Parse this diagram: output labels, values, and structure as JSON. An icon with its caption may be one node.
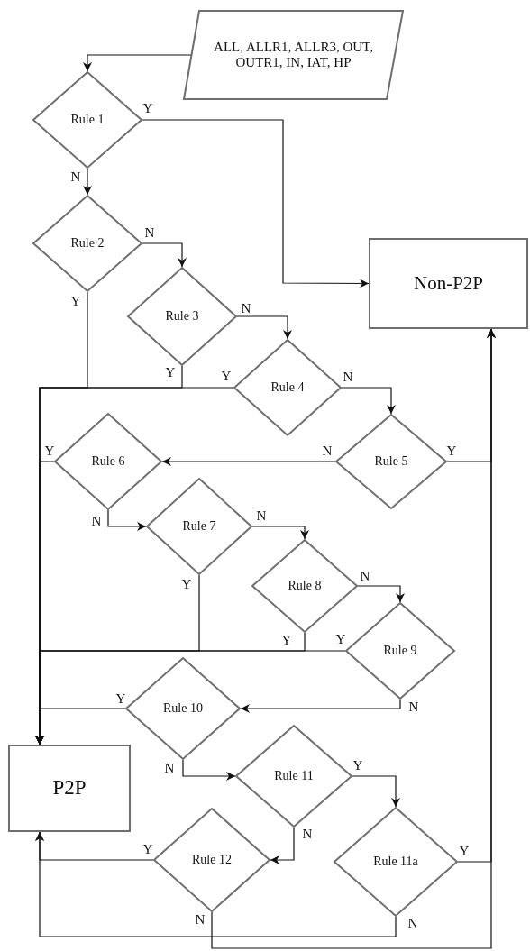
{
  "diagram": {
    "nodes": [
      {
        "text": [
          "ALL, ALLR1, ALLR3, OUT, OUTR1, IN, IAT, HP"
        ]
      },
      {
        "text": [
          "Rule 1"
        ]
      },
      {
        "text": [
          "Rule 2"
        ]
      },
      {
        "text": [
          "Non-P2P"
        ]
      },
      {
        "text": [
          "Rule 3"
        ]
      },
      {
        "text": [
          "Rule 4"
        ]
      },
      {
        "text": [
          "Rule 5"
        ]
      },
      {
        "text": [
          "Rule 6"
        ]
      },
      {
        "text": [
          "Rule 7"
        ]
      },
      {
        "text": [
          "Rule 8"
        ]
      },
      {
        "text": [
          "Rule 9"
        ]
      },
      {
        "text": [
          "Rule 10"
        ]
      },
      {
        "text": [
          "P2P"
        ]
      },
      {
        "text": [
          "Rule 11"
        ]
      },
      {
        "text": [
          "Rule 11a"
        ]
      },
      {
        "text": [
          "Rule 12"
        ]
      }
    ],
    "edges": [
      {
        "from": 0,
        "to": 1,
        "arrow": "to"
      },
      {
        "from": 1,
        "to": 3,
        "arrow": "to",
        "label": "Y"
      },
      {
        "from": 1,
        "to": 2,
        "arrow": "to",
        "label": "N"
      },
      {
        "from": 2,
        "to": 4,
        "arrow": "to",
        "label": "N"
      },
      {
        "from": 2,
        "to": 12,
        "arrow": "to",
        "label": "Y"
      },
      {
        "from": 4,
        "to": 5,
        "arrow": "to",
        "label": "N"
      },
      {
        "from": 4,
        "to": 12,
        "arrow": "to",
        "label": "Y"
      },
      {
        "from": 5,
        "to": 12,
        "arrow": "to",
        "label": "Y"
      },
      {
        "from": 5,
        "to": 6,
        "arrow": "to",
        "label": "N"
      },
      {
        "from": 6,
        "to": 3,
        "arrow": "to",
        "label": "Y"
      },
      {
        "from": 6,
        "to": 7,
        "arrow": "to",
        "label": "N"
      },
      {
        "from": 7,
        "to": 12,
        "arrow": "to",
        "label": "Y"
      },
      {
        "from": 7,
        "to": 8,
        "arrow": "to",
        "label": "N"
      },
      {
        "from": 8,
        "to": 9,
        "arrow": "to",
        "label": "N"
      },
      {
        "from": 8,
        "to": 12,
        "arrow": "to",
        "label": "Y"
      },
      {
        "from": 9,
        "to": 10,
        "arrow": "to",
        "label": "N"
      },
      {
        "from": 9,
        "to": 12,
        "arrow": "to",
        "label": "Y"
      },
      {
        "from": 10,
        "to": 12,
        "arrow": "to",
        "label": "Y"
      },
      {
        "from": 10,
        "to": 11,
        "arrow": "to",
        "label": "N"
      },
      {
        "from": 11,
        "to": 12,
        "arrow": "to",
        "label": "Y"
      },
      {
        "from": 11,
        "to": 13,
        "arrow": "to",
        "label": "N"
      },
      {
        "from": 13,
        "to": 14,
        "arrow": "to",
        "label": "Y"
      },
      {
        "from": 13,
        "to": 15,
        "arrow": "to",
        "label": "N"
      },
      {
        "from": 14,
        "to": 3,
        "arrow": "to",
        "label": "Y"
      },
      {
        "from": 14,
        "to": 12,
        "arrow": "to",
        "label": "N"
      },
      {
        "from": 15,
        "to": 12,
        "arrow": "to",
        "label": "Y"
      },
      {
        "from": 15,
        "to": 3,
        "arrow": "to",
        "label": "N"
      }
    ]
  }
}
